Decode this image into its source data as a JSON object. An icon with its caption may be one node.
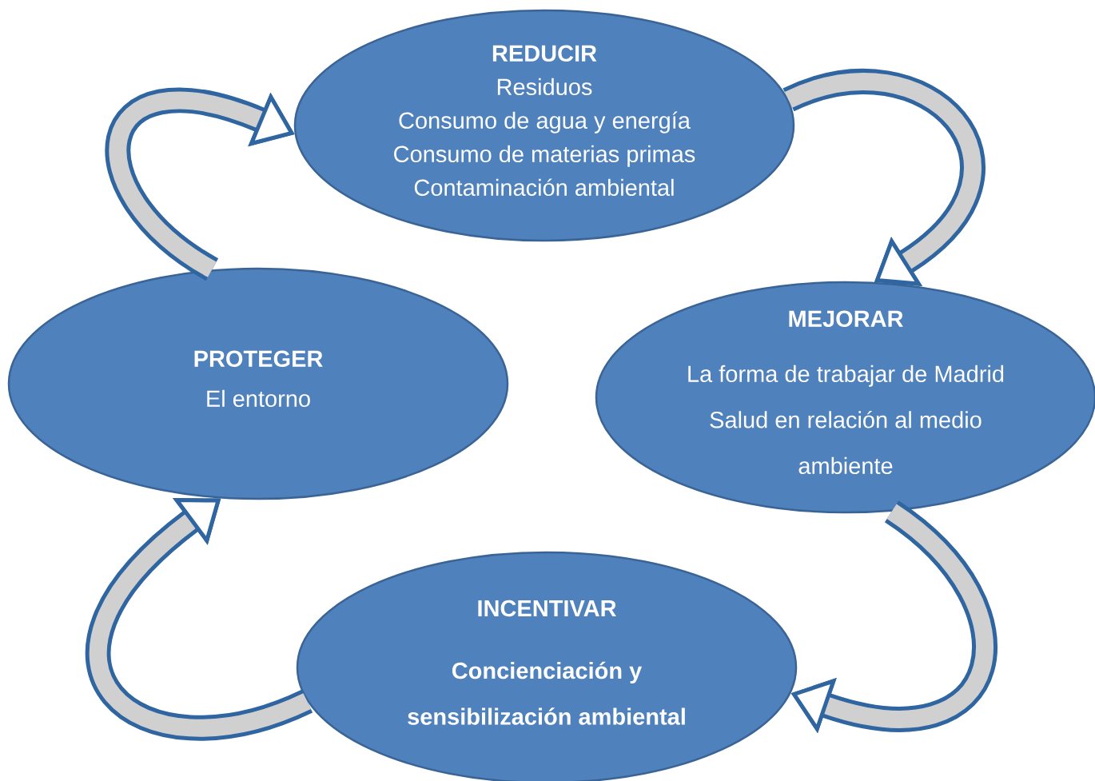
{
  "diagram": {
    "nodes": [
      {
        "text": [
          "REDUCIR",
          "Residuos",
          "Consumo de agua y energía",
          "Consumo de materias primas",
          "Contaminación ambiental"
        ]
      },
      {
        "text": [
          "PROTEGER",
          "El entorno"
        ]
      },
      {
        "text": [
          "MEJORAR",
          "La forma de trabajar de Madrid",
          "Salud en relación al medio ambiente"
        ]
      },
      {
        "text": [
          "INCENTIVAR",
          "Concienciación y sensibilización ambiental"
        ]
      }
    ],
    "edges": [
      {
        "from": 1,
        "to": 0,
        "arrow": "to"
      },
      {
        "from": 0,
        "to": 2,
        "arrow": "to"
      },
      {
        "from": 2,
        "to": 3,
        "arrow": "to"
      },
      {
        "from": 3,
        "to": 1,
        "arrow": "to"
      }
    ]
  }
}
